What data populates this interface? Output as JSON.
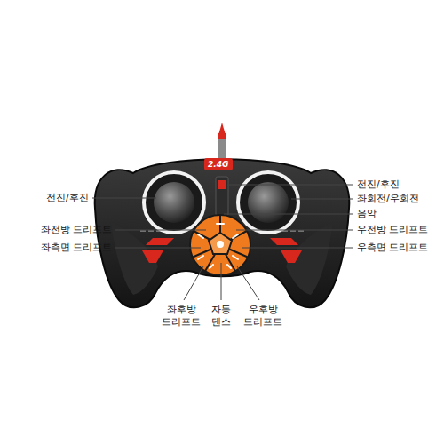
{
  "diagram": {
    "labels": [
      "2.4G",
      "전진/후진",
      "전진/후진",
      "좌회전/우회전",
      "음악",
      "좌전방 드리프트",
      "우전방 드리프트",
      "좌측면 드리프트",
      "우측면 드리프트",
      "좌후방 드리프트",
      "자동 댄스",
      "우후방 드리프트"
    ]
  }
}
